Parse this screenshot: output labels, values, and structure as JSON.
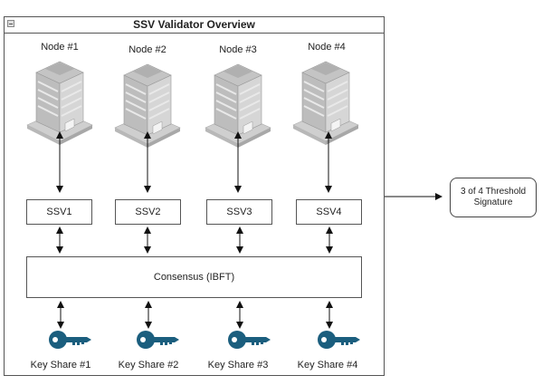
{
  "diagram": {
    "title": "SSV Validator Overview",
    "nodes": [
      {
        "label": "Node #1",
        "icon": "building-icon"
      },
      {
        "label": "Node #2",
        "icon": "building-icon"
      },
      {
        "label": "Node #3",
        "icon": "building-icon"
      },
      {
        "label": "Node #4",
        "icon": "building-icon"
      }
    ],
    "ssv_boxes": [
      "SSV1",
      "SSV2",
      "SSV3",
      "SSV4"
    ],
    "consensus_label": "Consensus (IBFT)",
    "key_shares": [
      {
        "label": "Key Share #1",
        "icon": "key-icon"
      },
      {
        "label": "Key Share #2",
        "icon": "key-icon"
      },
      {
        "label": "Key Share #3",
        "icon": "key-icon"
      },
      {
        "label": "Key Share #4",
        "icon": "key-icon"
      }
    ],
    "output_label": "3 of 4 Threshold Signature",
    "colors": {
      "key": "#1b5e7e",
      "border": "#555555"
    }
  }
}
